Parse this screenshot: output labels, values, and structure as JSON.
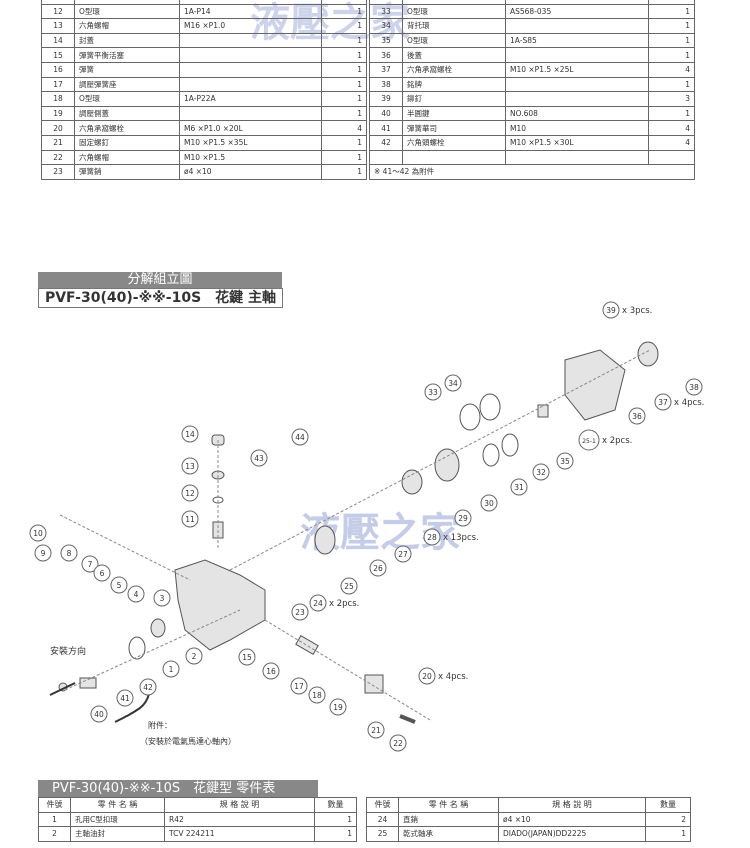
{
  "top_left_rows": [
    [
      "12",
      "O型環",
      "1A-P14",
      "1"
    ],
    [
      "13",
      "六角螺帽",
      "M16 ×P1.0",
      "1"
    ],
    [
      "14",
      "封蓋",
      "",
      "1"
    ],
    [
      "15",
      "彈簧平衡活塞",
      "",
      "1"
    ],
    [
      "16",
      "彈簧",
      "",
      "1"
    ],
    [
      "17",
      "調壓彈簧座",
      "",
      "1"
    ],
    [
      "18",
      "O型環",
      "1A-P22A",
      "1"
    ],
    [
      "19",
      "調壓側蓋",
      "",
      "1"
    ],
    [
      "20",
      "六角承窩螺栓",
      "M6 ×P1.0 ×20L",
      "4"
    ],
    [
      "21",
      "固定螺釘",
      "M10 ×P1.5 ×35L",
      "1"
    ],
    [
      "22",
      "六角螺帽",
      "M10 ×P1.5",
      "1"
    ],
    [
      "23",
      "彈簧銷",
      "ø4 ×10",
      "1"
    ]
  ],
  "top_right_rows": [
    [
      "33",
      "O型環",
      "AS568-035",
      "1"
    ],
    [
      "34",
      "背托環",
      "",
      "1"
    ],
    [
      "35",
      "O型環",
      "1A-S85",
      "1"
    ],
    [
      "36",
      "後蓋",
      "",
      "1"
    ],
    [
      "37",
      "六角承窩螺栓",
      "M10 ×P1.5 ×25L",
      "4"
    ],
    [
      "38",
      "銘牌",
      "",
      "1"
    ],
    [
      "39",
      "鉚釘",
      "",
      "3"
    ],
    [
      "40",
      "半圓鍵",
      "NO.608",
      "1"
    ],
    [
      "41",
      "彈簧華司",
      "M10",
      "4"
    ],
    [
      "42",
      "六角頭螺栓",
      "M10 ×P1.5 ×30L",
      "4"
    ],
    [
      "",
      "",
      "",
      ""
    ]
  ],
  "top_note": "※  41～42  為附件",
  "diagram": {
    "title": "分解組立圖",
    "subtitle": "PVF-30(40)-※※-10S　花鍵 主軸",
    "install_direction": "安裝方向",
    "accessory_label": "附件：",
    "accessory_note": "（安裝於電氣馬達心軸內）",
    "callouts": [
      "39",
      "38",
      "37",
      "36",
      "25-1",
      "35",
      "34",
      "33",
      "32",
      "31",
      "30",
      "29",
      "28",
      "27",
      "26",
      "25",
      "24",
      "23",
      "44",
      "43",
      "14",
      "13",
      "12",
      "11",
      "10",
      "9",
      "8",
      "7",
      "6",
      "5",
      "4",
      "3",
      "2",
      "1",
      "42",
      "41",
      "40",
      "15",
      "16",
      "17",
      "18",
      "19",
      "20",
      "21",
      "22"
    ],
    "quantities": {
      "39": "x 3pcs.",
      "37": "x 4pcs.",
      "25-1": "x 2pcs.",
      "28": "x 13pcs.",
      "24": "x 2pcs.",
      "20": "x 4pcs."
    }
  },
  "parts_table": {
    "title": "PVF-30(40)-※※-10S　花鍵型  零件表",
    "headers": [
      "件號",
      "零 件 名 稱",
      "規 格 說 明",
      "數量"
    ],
    "left_rows": [
      [
        "1",
        "孔用C型扣環",
        "R42",
        "1"
      ],
      [
        "2",
        "主軸油封",
        "TCV 224211",
        "1"
      ]
    ],
    "right_rows": [
      [
        "24",
        "直銷",
        "ø4 ×10",
        "2"
      ],
      [
        "25",
        "乾式軸承",
        "DIADO(JAPAN)DD2225",
        "1"
      ]
    ]
  }
}
